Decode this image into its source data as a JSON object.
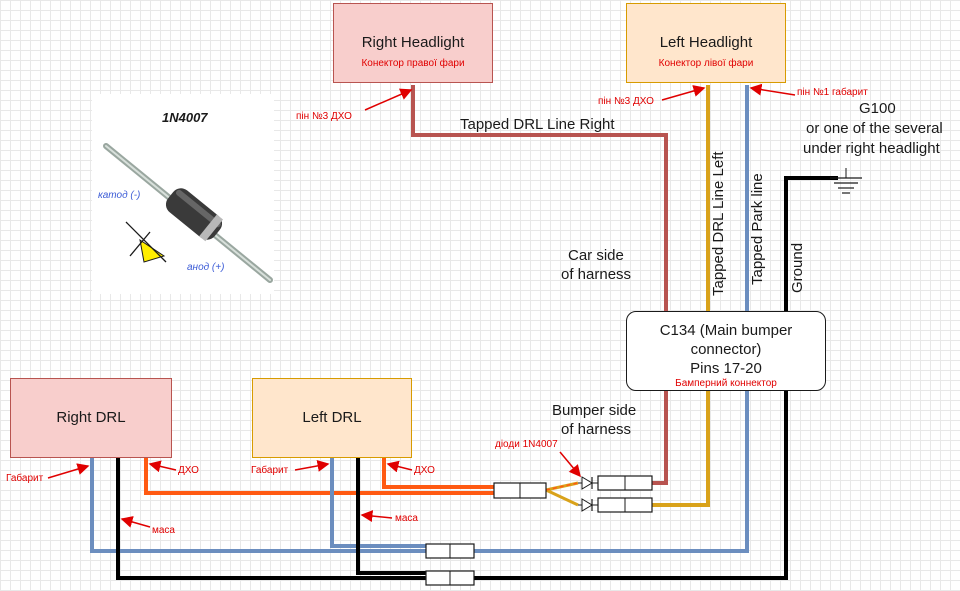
{
  "boxes": {
    "right_headlight": {
      "title": "Right Headlight",
      "sub": "Конектор правої фари"
    },
    "left_headlight": {
      "title": "Left Headlight",
      "sub": "Конектор лівої фари"
    },
    "right_drl": {
      "title": "Right DRL"
    },
    "left_drl": {
      "title": "Left DRL"
    },
    "c134": {
      "line1": "C134 (Main bumper",
      "line2": "connector)",
      "line3": "Pins 17-20",
      "sub": "Бамперний коннектор"
    }
  },
  "diode": {
    "title": "1N4007",
    "cathode": "катод (-)",
    "anode": "анод (+)"
  },
  "labels": {
    "tapped_drl_right": "Tapped DRL Line Right",
    "tapped_drl_left": "Tapped DRL Line Left",
    "tapped_park": "Tapped Park line",
    "ground": "Ground",
    "g100_1": "G100",
    "g100_2": "or one of the several",
    "g100_3": "under right headlight",
    "car_side_1": "Car side",
    "car_side_2": "of harness",
    "bumper_side_1": "Bumper side",
    "bumper_side_2": "of harness"
  },
  "annotations": {
    "pin3_right": "пін №3 ДХО",
    "pin3_left": "пін №3 ДХО",
    "pin1_left": "пін №1 габарит",
    "gabaryt_right": "Габарит",
    "dho_right": "ДХО",
    "masa_right": "маса",
    "gabaryt_left": "Габарит",
    "dho_left": "ДХО",
    "masa_left": "маса",
    "diodes": "діоди 1N4007"
  },
  "colors": {
    "wire_red_brown": "#b85450",
    "wire_orange": "#ff5a12",
    "wire_yellow": "#d9a21a",
    "wire_blue": "#6c8ebf",
    "wire_black": "#000000",
    "annotation_red": "#e00000"
  }
}
